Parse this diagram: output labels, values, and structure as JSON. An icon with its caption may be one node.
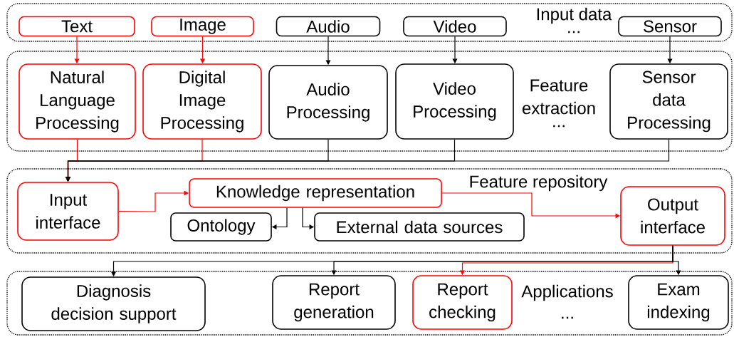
{
  "diagram": {
    "nodes": [
      {
        "text": [
          "Input data",
          "..."
        ]
      },
      {
        "text": [
          "Text"
        ],
        "in": 0
      },
      {
        "text": [
          "Image"
        ],
        "in": 0
      },
      {
        "text": [
          "Audio"
        ],
        "in": 0
      },
      {
        "text": [
          "Video"
        ],
        "in": 0
      },
      {
        "text": [
          "Sensor"
        ],
        "in": 0
      },
      {
        "text": [
          "Feature extraction",
          "..."
        ]
      },
      {
        "text": [
          "Natural Language Processing"
        ],
        "in": 6
      },
      {
        "text": [
          "Digital Image Processing"
        ],
        "in": 6
      },
      {
        "text": [
          "Audio Processing"
        ],
        "in": 6
      },
      {
        "text": [
          "Video Processing"
        ],
        "in": 6
      },
      {
        "text": [
          "Sensor data Processing"
        ],
        "in": 6
      },
      {
        "text": [
          "Feature repository"
        ]
      },
      {
        "text": [
          "Input interface"
        ],
        "in": 12
      },
      {
        "text": [
          "Knowledge representation"
        ],
        "in": 12
      },
      {
        "text": [
          "Ontology"
        ],
        "in": 12
      },
      {
        "text": [
          "External data sources"
        ],
        "in": 12
      },
      {
        "text": [
          "Output interface"
        ],
        "in": 12
      },
      {
        "text": [
          "Applications",
          "..."
        ]
      },
      {
        "text": [
          "Diagnosis decision support"
        ],
        "in": 18
      },
      {
        "text": [
          "Report generation"
        ],
        "in": 18
      },
      {
        "text": [
          "Report checking"
        ],
        "in": 18
      },
      {
        "text": [
          "Exam indexing"
        ],
        "in": 18
      }
    ],
    "edges": [
      {
        "from": 1,
        "to": 7,
        "arrow": "to",
        "color": "#ff0000"
      },
      {
        "from": 2,
        "to": 8,
        "arrow": "to",
        "color": "#ff0000"
      },
      {
        "from": 3,
        "to": 9,
        "arrow": "to"
      },
      {
        "from": 4,
        "to": 10,
        "arrow": "to"
      },
      {
        "from": 5,
        "to": 11,
        "arrow": "to"
      },
      {
        "from": 7,
        "to": 13,
        "arrow": "to",
        "color": "#ff0000"
      },
      {
        "from": 8,
        "to": 13,
        "arrow": "to",
        "color": "#ff0000"
      },
      {
        "from": 9,
        "to": 13,
        "arrow": "to"
      },
      {
        "from": 10,
        "to": 13,
        "arrow": "to"
      },
      {
        "from": 11,
        "to": 13,
        "arrow": "to"
      },
      {
        "from": 13,
        "to": 14,
        "arrow": "to",
        "color": "#ff0000"
      },
      {
        "from": 14,
        "to": 15,
        "arrow": "to"
      },
      {
        "from": 14,
        "to": 16,
        "arrow": "to"
      },
      {
        "from": 14,
        "to": 17,
        "arrow": "to",
        "color": "#ff0000"
      },
      {
        "from": 17,
        "to": 19,
        "arrow": "to"
      },
      {
        "from": 17,
        "to": 20,
        "arrow": "to"
      },
      {
        "from": 17,
        "to": 21,
        "arrow": "to",
        "color": "#ff0000"
      },
      {
        "from": 17,
        "to": 22,
        "arrow": "to"
      }
    ]
  }
}
